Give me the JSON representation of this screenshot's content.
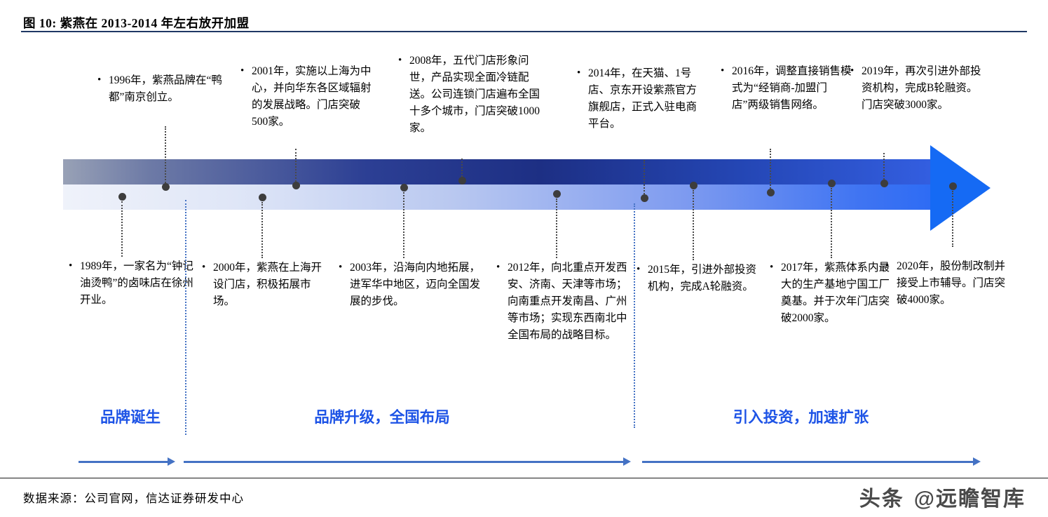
{
  "header": {
    "title": "图 10: 紫燕在 2013-2014 年左右放开加盟"
  },
  "ui": {
    "bullet": "•"
  },
  "events_top": [
    {
      "year": "1996",
      "text": "1996年，紫燕品牌在“鸭都”南京创立。"
    },
    {
      "year": "2001",
      "text": "2001年，实施以上海为中心，并向华东各区域辐射的发展战略。门店突破500家。"
    },
    {
      "year": "2008",
      "text": "2008年，五代门店形象问世，产品实现全面冷链配送。公司连锁门店遍布全国十多个城市，门店突破1000家。"
    },
    {
      "year": "2014",
      "text": "2014年，在天猫、1号店、京东开设紫燕官方旗舰店，正式入驻电商平台。"
    },
    {
      "year": "2016",
      "text": "2016年，调整直接销售模式为“经销商-加盟门店”两级销售网络。"
    },
    {
      "year": "2019",
      "text": "2019年，再次引进外部投资机构，完成B轮融资。门店突破3000家。"
    }
  ],
  "events_bottom": [
    {
      "year": "1989",
      "text": "1989年，一家名为“钟记油烫鸭”的卤味店在徐州开业。"
    },
    {
      "year": "2000",
      "text": "2000年，紫燕在上海开设门店，积极拓展市场。"
    },
    {
      "year": "2003",
      "text": "2003年，沿海向内地拓展，进军华中地区，迈向全国发展的步伐。"
    },
    {
      "year": "2012",
      "text": "2012年，向北重点开发西安、济南、天津等市场；向南重点开发南昌、广州等市场；实现东西南北中全国布局的战略目标。"
    },
    {
      "year": "2015",
      "text": "2015年，引进外部投资机构，完成A轮融资。"
    },
    {
      "year": "2017",
      "text": "2017年，紫燕体系内最大的生产基地宁国工厂奠基。并于次年门店突破2000家。"
    },
    {
      "year": "2020",
      "text": "2020年，股份制改制并接受上市辅导。门店突破4000家。"
    }
  ],
  "phases": [
    {
      "label": "品牌诞生"
    },
    {
      "label": "品牌升级，全国布局"
    },
    {
      "label": "引入投资，加速扩张"
    }
  ],
  "footer": {
    "source": "数据来源：公司官网，信达证券研发中心",
    "watermark_brand": "头条",
    "watermark_handle": "@远瞻智库"
  },
  "colors": {
    "title_rule": "#1f3864",
    "arrow_dark": "#1d2f84",
    "arrow_bright": "#156af4",
    "phase_label": "#1d53e6",
    "phase_arrow": "#4472c4",
    "dot": "#3d3d3d",
    "watermark": "#4a4a4a"
  }
}
